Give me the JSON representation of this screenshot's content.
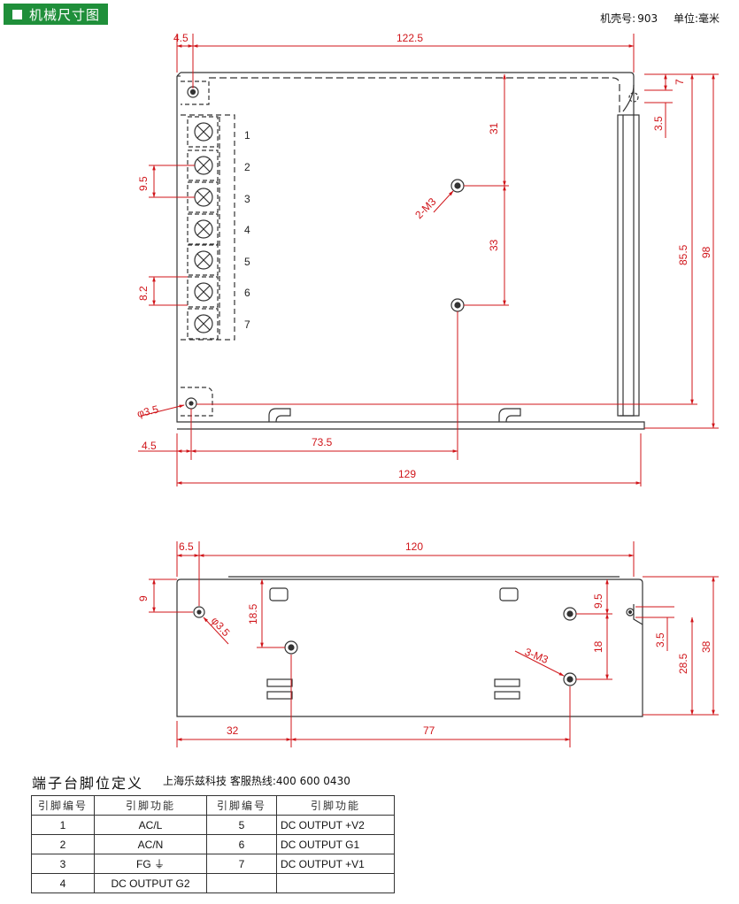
{
  "header": {
    "title": "机械尺寸图",
    "case_label": "机壳号:",
    "case_no": "903",
    "unit": "单位:毫米"
  },
  "top_view": {
    "dims": {
      "left_offset": "4.5",
      "top_width": "122.5",
      "right_7": "7",
      "right_3_5": "3.5",
      "hole_31": "31",
      "hole_33": "33",
      "height_85_5": "85.5",
      "height_98": "98",
      "pitch_9_5": "9.5",
      "pitch_8_2": "8.2",
      "hole_dia": "φ3.5",
      "screw": "2-M3",
      "bottom_4_5": "4.5",
      "bottom_73_5": "73.5",
      "total_129": "129"
    },
    "terminals": [
      "1",
      "2",
      "3",
      "4",
      "5",
      "6",
      "7"
    ]
  },
  "side_view": {
    "dims": {
      "left_6_5": "6.5",
      "width_120": "120",
      "left_9": "9",
      "h_18_5": "18.5",
      "hole_dia": "φ3.5",
      "r_9_5": "9.5",
      "r_18": "18",
      "screw": "3-M3",
      "r_3_5": "3.5",
      "r_28_5": "28.5",
      "r_38": "38",
      "b_32": "32",
      "b_77": "77"
    }
  },
  "pin_section": {
    "title": "端子台脚位定义",
    "hotline": "上海乐兹科技 客服热线:400 600 0430",
    "headers": [
      "引脚编号",
      "引脚功能",
      "引脚编号",
      "引脚功能"
    ],
    "rows": [
      {
        "n1": "1",
        "f1": "AC/L",
        "n2": "5",
        "f2": "DC OUTPUT +V2"
      },
      {
        "n1": "2",
        "f1": "AC/N",
        "n2": "6",
        "f2": "DC OUTPUT G1"
      },
      {
        "n1": "3",
        "f1": "FG ⏚",
        "n2": "7",
        "f2": "DC OUTPUT +V1"
      },
      {
        "n1": "4",
        "f1": "DC OUTPUT G2",
        "n2": "",
        "f2": ""
      }
    ]
  }
}
